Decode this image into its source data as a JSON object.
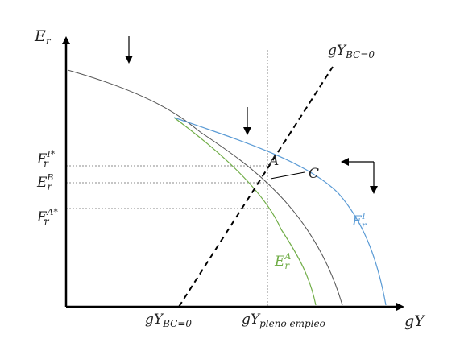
{
  "labels": {
    "y_axis": {
      "main": "E",
      "sub": "r"
    },
    "x_axis": "gY",
    "bc_line_top": {
      "main": "gY",
      "sub": "BC=0"
    },
    "bc_line_bottom": {
      "main": "gY",
      "sub": "BC=0"
    },
    "full_employment": {
      "main": "gY",
      "sub": "pleno empleo"
    },
    "point_a": "A",
    "point_c": "C",
    "tick_eri": {
      "main": "E",
      "sub": "r",
      "sup": "I*"
    },
    "tick_erb": {
      "main": "E",
      "sub": "r",
      "sup": "B"
    },
    "tick_era": {
      "main": "E",
      "sub": "r",
      "sup": "A*"
    },
    "curve_eri": {
      "main": "E",
      "sub": "r",
      "sup": "I"
    },
    "curve_era": {
      "main": "E",
      "sub": "r",
      "sup": "A"
    }
  },
  "colors": {
    "axis": "#000000",
    "base_curve": "#555555",
    "curve_i": "#5b9bd5",
    "curve_a": "#70ad47",
    "label_i": "#5b9bd5",
    "label_a": "#70ad47",
    "guides": "#666666"
  }
}
